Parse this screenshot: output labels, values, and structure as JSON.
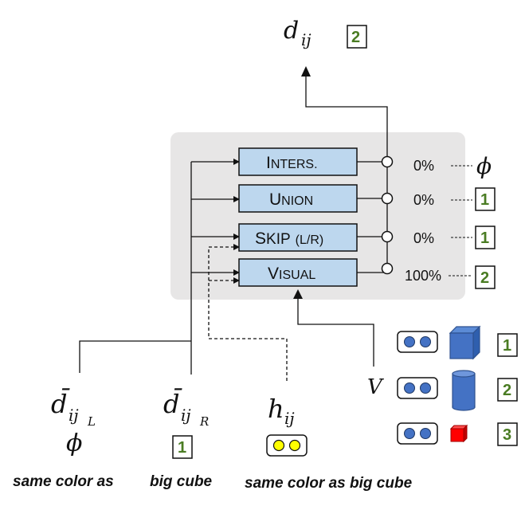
{
  "output": {
    "symbol": "d",
    "subscript": "ij",
    "badge": "2"
  },
  "modules": [
    {
      "label_first": "I",
      "label_rest": "NTERS.",
      "percent": "0%",
      "result": "ϕ",
      "result_is_badge": false
    },
    {
      "label_first": "U",
      "label_rest": "NION",
      "percent": "0%",
      "result": "1",
      "result_is_badge": true
    },
    {
      "label_first": "S",
      "label_rest": "KIP",
      "label_suffix": "(L/R)",
      "percent": "0%",
      "result": "1",
      "result_is_badge": true
    },
    {
      "label_first": "V",
      "label_rest": "ISUAL",
      "percent": "100%",
      "result": "2",
      "result_is_badge": true
    }
  ],
  "inputs": {
    "left": {
      "symbol": "d̄",
      "subscript": "ij",
      "subsub": "L",
      "value": "ϕ",
      "caption": "same color as"
    },
    "right": {
      "symbol": "d̄",
      "subscript": "ij",
      "subsub": "R",
      "badge": "1",
      "caption": "big cube"
    },
    "hidden": {
      "symbol": "h",
      "subscript": "ij",
      "caption": "same color as big cube"
    }
  },
  "visual": {
    "symbol": "V",
    "objects": [
      {
        "shape": "cube",
        "color": "#4472c4",
        "badge": "1"
      },
      {
        "shape": "cylinder",
        "color": "#4472c4",
        "badge": "2"
      },
      {
        "shape": "small-cube",
        "color": "#ff0000",
        "badge": "3"
      }
    ]
  },
  "colors": {
    "module_fill": "#bdd7ee",
    "panel_fill": "#e7e6e6",
    "badge_text": "#4a7c23",
    "yellow_token": "#ffff00",
    "blue_token": "#4472c4"
  }
}
